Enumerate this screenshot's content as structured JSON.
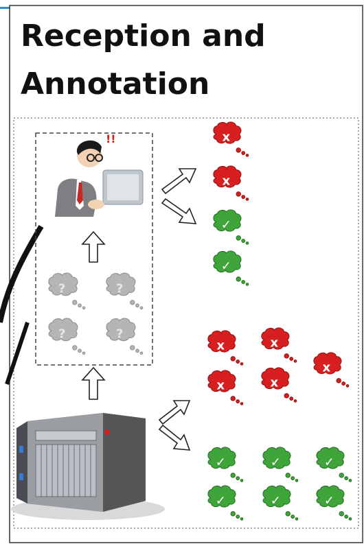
{
  "title": {
    "line1": "Reception and",
    "line2": "Annotation"
  },
  "colors": {
    "accent_bar": "#2e8fd6",
    "reject_bubble": "#d81f1f",
    "accept_bubble": "#3fa53b",
    "unknown_bubble": "#b5b5b5",
    "border": "#555555"
  },
  "glyphs": {
    "reject": "x",
    "accept": "✓",
    "unknown": "?"
  },
  "icons": {
    "annotator": "person-at-computer-icon",
    "server": "server-rack-icon",
    "arrow": "outline-arrow-icon"
  }
}
